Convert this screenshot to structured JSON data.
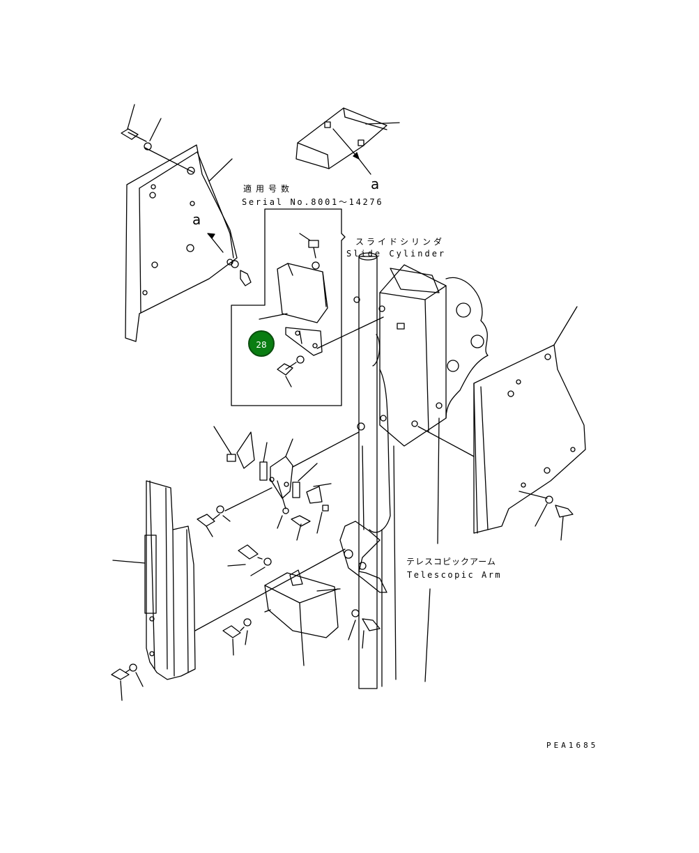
{
  "diagram": {
    "ref_a_top": "a",
    "ref_a_left": "a",
    "serial_jp": "適用号数",
    "serial_en": "Serial No.8001～14276",
    "slide_cyl_jp": "スライドシリンダ",
    "slide_cyl_en": "Slide Cylinder",
    "tele_arm_jp": "テレスコピックアーム",
    "tele_arm_en": "Telescopic Arm",
    "callout": "28",
    "drawing_id": "PEA1685",
    "colors": {
      "callout_fill": "#0a7d12",
      "line": "#000000"
    }
  }
}
